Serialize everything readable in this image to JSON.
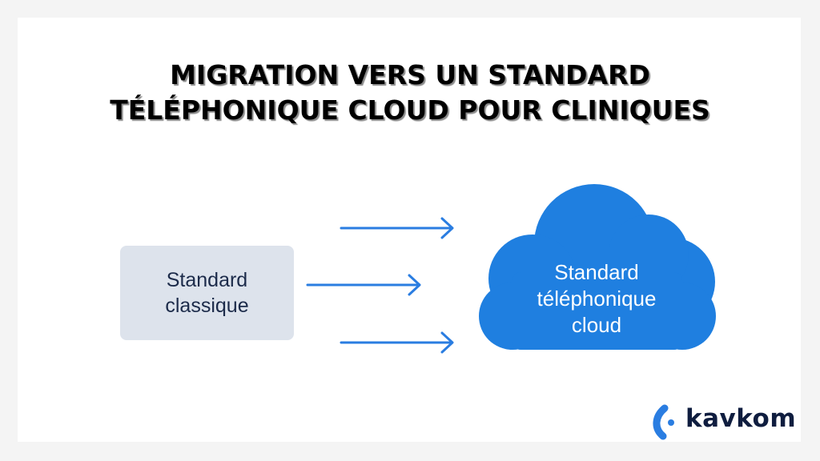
{
  "title": {
    "line1": "MIGRATION VERS UN STANDARD",
    "line2": "TÉLÉPHONIQUE CLOUD POUR CLINIQUES"
  },
  "source_box": {
    "line1": "Standard",
    "line2": "classique"
  },
  "target_cloud": {
    "line1": "Standard",
    "line2": "téléphonique",
    "line3": "cloud"
  },
  "logo": {
    "text": "kavkom"
  },
  "colors": {
    "cloud": "#1f7fe0",
    "arrow": "#2a7de1",
    "box": "#dde3ec",
    "box_text": "#1c2b4a",
    "logo_text": "#0f1d3f"
  }
}
